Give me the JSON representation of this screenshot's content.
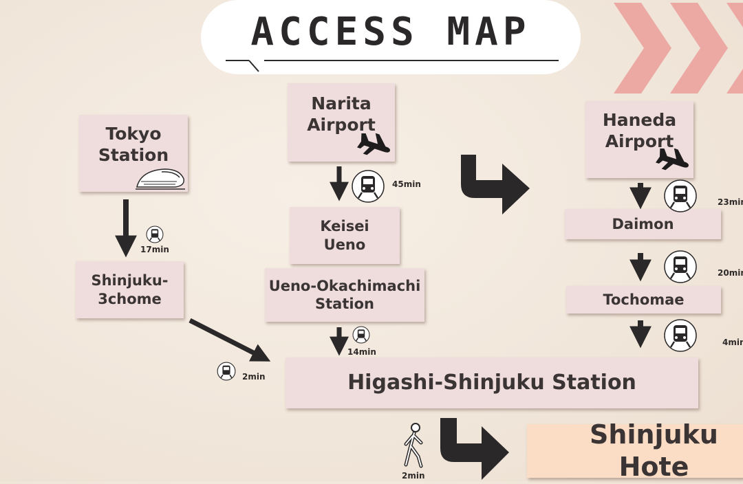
{
  "title": "ACCESS MAP",
  "nodes": {
    "tokyo_station": "Tokyo\nStation",
    "narita_airport": "Narita\nAirport",
    "haneda_airport": "Haneda\nAirport",
    "shinjuku_3chome": "Shinjuku-\n3chome",
    "keisei_ueno": "Keisei\nUeno",
    "ueno_okachimachi": "Ueno-Okachimachi\nStation",
    "daimon": "Daimon",
    "tochomae": "Tochomae",
    "higashi_shinjuku": "Higashi-Shinjuku Station",
    "shinjuku_hotel": "Shinjuku Hote"
  },
  "times": {
    "tokyo_to_shinjuku3": "17min",
    "narita_to_keisei": "45min",
    "haneda_to_daimon": "23min",
    "daimon_to_tochomae": "20min",
    "tochomae_to_higashi": "4min",
    "ueno_to_higashi": "14min",
    "shinjuku3_to_higashi": "2min",
    "walk_to_hotel": "2min"
  },
  "icons": {
    "train": "train-icon",
    "airplane": "airplane-icon",
    "shinkansen": "bullet-train-icon",
    "walker": "walking-person-icon"
  },
  "colors": {
    "box": "#efdcdc",
    "hotel_box": "#fbdcc4",
    "arrow": "#2a2828",
    "chevrons": "#eca9a4",
    "background": "#f1e6da"
  }
}
